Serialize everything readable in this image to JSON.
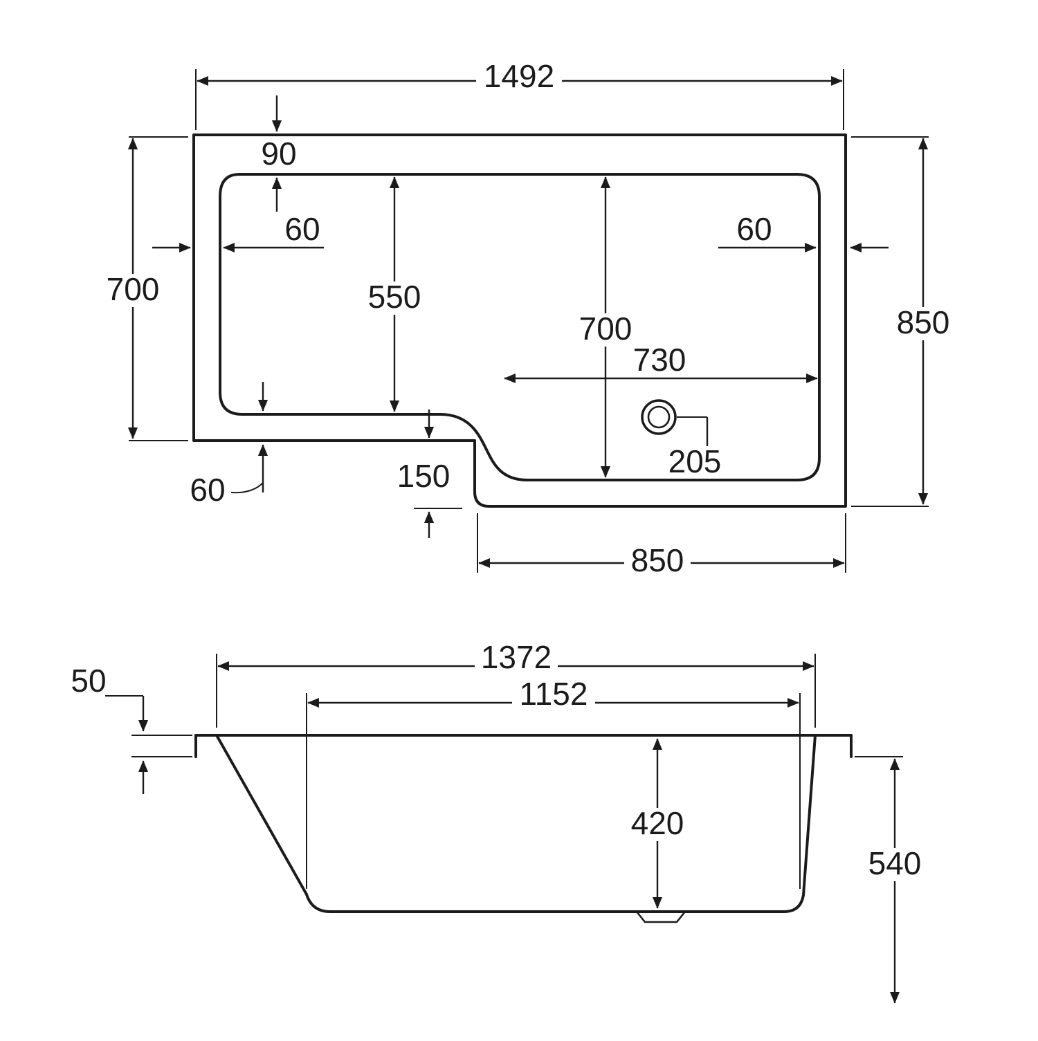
{
  "drawing": {
    "subject": "L-shaped shower bath technical drawing",
    "views": {
      "plan": {
        "overall_width": "1492",
        "top_rim": "90",
        "left_rim": "60",
        "right_rim": "60",
        "left_depth": "700",
        "inner_left_depth": "550",
        "inner_right_depth": "700",
        "right_depth": "850",
        "inner_shower_width": "730",
        "drain_offset": "205",
        "step": "150",
        "bottom_left_rim": "60",
        "shower_end_width": "850"
      },
      "side": {
        "top_width": "1372",
        "inner_length": "1152",
        "rim_height": "50",
        "inner_depth": "420",
        "overall_height": "540"
      }
    }
  }
}
